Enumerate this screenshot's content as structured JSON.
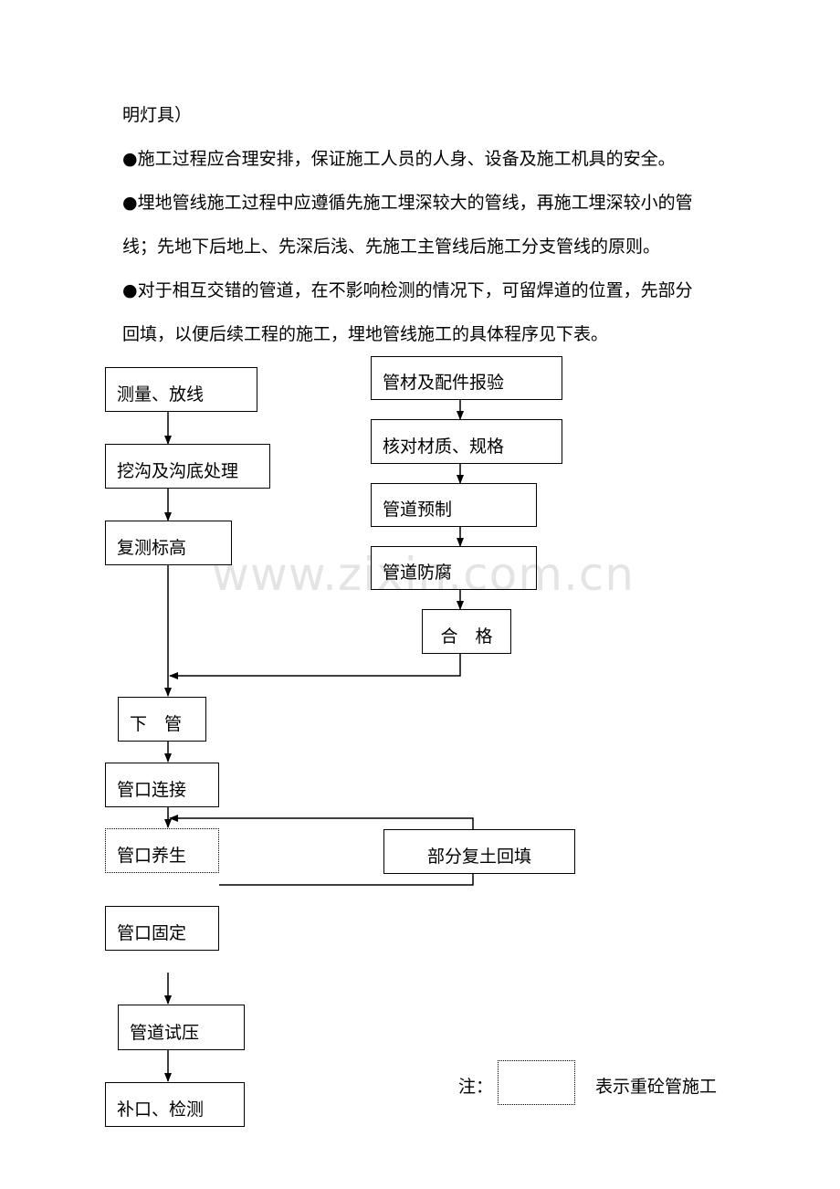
{
  "paragraphs": [
    "明灯具）",
    "●施工过程应合理安排，保证施工人员的人身、设备及施工机具的安全。",
    "●埋地管线施工过程中应遵循先施工埋深较大的管线，再施工埋深较小的管",
    "线；先地下后地上、先深后浅、先施工主管线后施工分支管线的原则。",
    "●对于相互交错的管道，在不影响检测的情况下，可留焊道的位置，先部分",
    "回填，以便后续工程的施工，埋地管线施工的具体程序见下表。"
  ],
  "flowchart": {
    "left": [
      "测量、放线",
      "挖沟及沟底处理",
      "复测标高",
      "下　管",
      "管口连接",
      "管口养生",
      "管口固定",
      "管道试压",
      "补口、检测"
    ],
    "right": [
      "管材及配件报验",
      "核对材质、规格",
      "管道预制",
      "管道防腐",
      "合　格"
    ],
    "backfill": "部分复土回填"
  },
  "note": {
    "prefix": "注：",
    "suffix": "表示重砼管施工"
  },
  "watermark": "www.zixin.com.cn"
}
